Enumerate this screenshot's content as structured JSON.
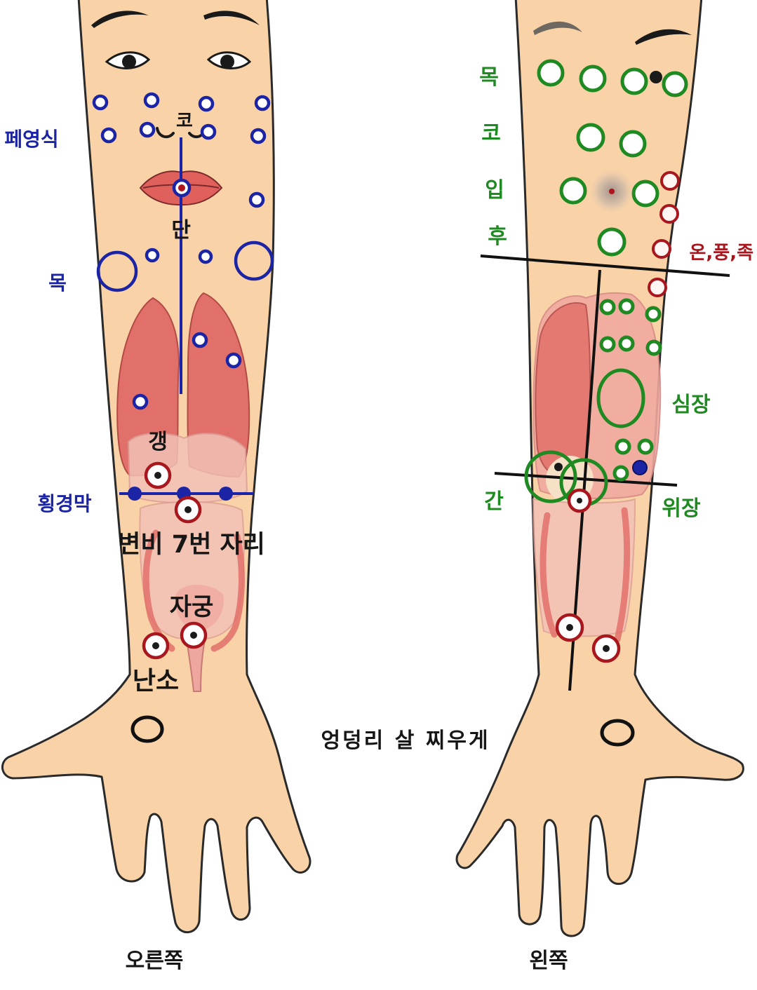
{
  "caption": "엉덩리 살 찌우게",
  "colors": {
    "skin": "#f9d3a7",
    "outline": "#2a2a2a",
    "blue": "#1c24a6",
    "green": "#1f8a22",
    "red": "#a8161e",
    "organ": "#e2706a",
    "organ_pale": "#f2c1b6"
  },
  "right_arm": {
    "side_label": "오른쪽",
    "labels": {
      "nose": "코",
      "pe_yeong_sik": "페영식",
      "dan": "단",
      "neck": "목",
      "gaeng": "갱",
      "diaphragm": "횡경막",
      "constipation_point": "변비 7번 자리",
      "uterus": "자궁",
      "ovary": "난소"
    }
  },
  "left_arm": {
    "side_label": "왼쪽",
    "labels": {
      "neck": "목",
      "nose": "코",
      "mouth": "입",
      "throat": "후",
      "on_pung_jok": "온,풍,족",
      "heart": "심장",
      "liver": "간",
      "stomach": "위장"
    }
  }
}
